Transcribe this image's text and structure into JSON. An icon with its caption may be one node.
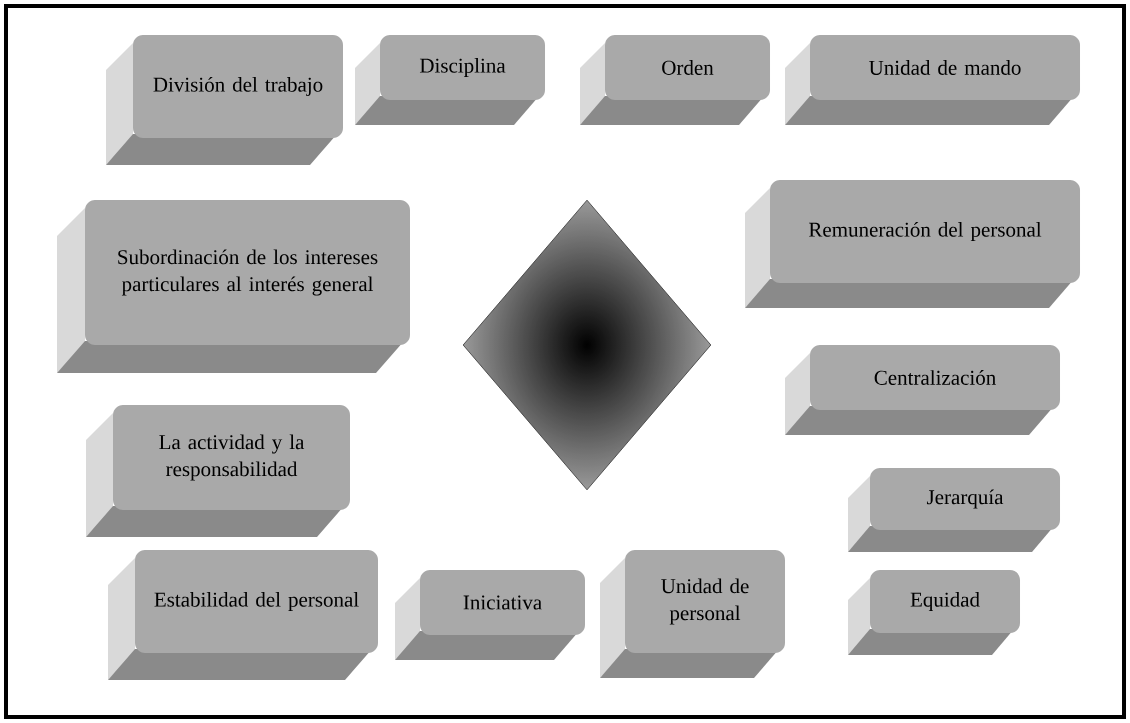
{
  "diagram": {
    "nodes": [
      {
        "text": [
          "División del trabajo"
        ]
      },
      {
        "text": [
          "Disciplina"
        ]
      },
      {
        "text": [
          "Orden"
        ]
      },
      {
        "text": [
          "Unidad de mando"
        ]
      },
      {
        "text": [
          "Subordinación de los intereses particulares al interés general"
        ]
      },
      {
        "text": [],
        "shape": "diamond"
      },
      {
        "text": [
          "Remuneración del personal"
        ]
      },
      {
        "text": [
          "Centralización"
        ]
      },
      {
        "text": [
          "La actividad y la responsabilidad"
        ]
      },
      {
        "text": [
          "Jerarquía"
        ]
      },
      {
        "text": [
          "Estabilidad del personal"
        ]
      },
      {
        "text": [
          "Iniciativa"
        ]
      },
      {
        "text": [
          "Unidad de personal"
        ]
      },
      {
        "text": [
          "Equidad"
        ]
      }
    ]
  }
}
